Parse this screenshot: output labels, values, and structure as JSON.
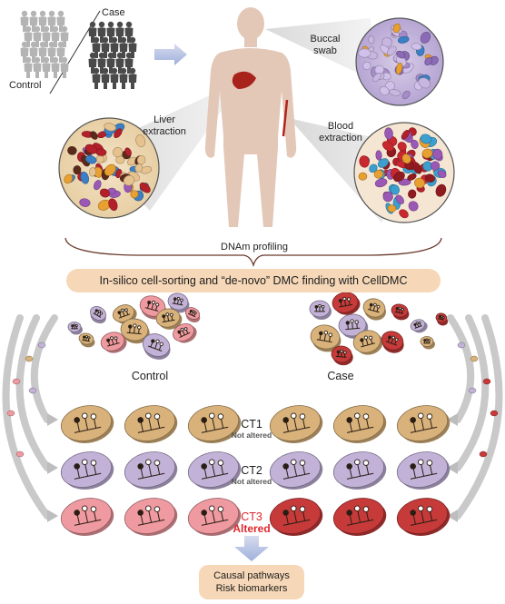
{
  "top": {
    "case_label": "Case",
    "control_label": "Control",
    "buccal_label_1": "Buccal",
    "buccal_label_2": "swab",
    "liver_label_1": "Liver",
    "liver_label_2": "extraction",
    "blood_label_1": "Blood",
    "blood_label_2": "extraction",
    "profiling_label": "DNAm profiling"
  },
  "banner_text": "In-silico cell-sorting and “de-novo” DMC finding with CellDMC",
  "groups": {
    "control_label": "Control",
    "case_label": "Case"
  },
  "cell_types": [
    {
      "name": "CT1",
      "status": "Not altered",
      "color": "#d8b27a",
      "case_color": "#d8b27a"
    },
    {
      "name": "CT2",
      "status": "Not altered",
      "color": "#c2b2d8",
      "case_color": "#c2b2d8"
    },
    {
      "name": "CT3",
      "status": "Altered",
      "color": "#ef9aa0",
      "case_color": "#c63a3a"
    }
  ],
  "output": {
    "line1": "Causal pathways",
    "line2": "Risk biomarkers"
  },
  "colors": {
    "banner": "#f6d8b8",
    "altered": "#e0262b",
    "arrow": "#a9b6dd"
  }
}
